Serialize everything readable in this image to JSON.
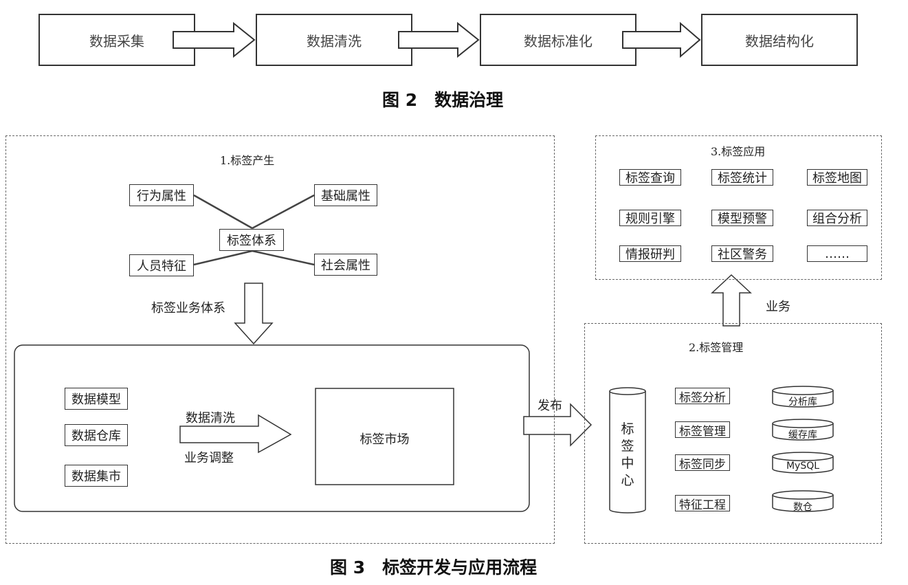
{
  "fig2": {
    "steps": [
      "数据采集",
      "数据清洗",
      "数据标准化",
      "数据结构化"
    ],
    "caption": "图 2　数据治理"
  },
  "fig3": {
    "caption": "图 3　标签开发与应用流程",
    "production": {
      "title": "1.标签产生",
      "attributes": [
        "行为属性",
        "基础属性",
        "人员特征",
        "社会属性"
      ],
      "center": "标签体系",
      "arrow_label": "标签业务体系",
      "sources": [
        "数据模型",
        "数据仓库",
        "数据集市"
      ],
      "process_top": "数据清洗",
      "process_bottom": "业务调整",
      "market": "标签市场"
    },
    "publish_label": "发布",
    "management": {
      "title": "2.标签管理",
      "center_vertical": "标签中心",
      "functions": [
        "标签分析",
        "标签管理",
        "标签同步",
        "特征工程"
      ],
      "stores": [
        "分析库",
        "缓存库",
        "MySQL",
        "数仓"
      ]
    },
    "business_label": "业务",
    "application": {
      "title": "3.标签应用",
      "items": [
        "标签查询",
        "标签统计",
        "标签地图",
        "规则引擎",
        "模型预警",
        "组合分析",
        "情报研判",
        "社区警务",
        "……"
      ]
    }
  }
}
